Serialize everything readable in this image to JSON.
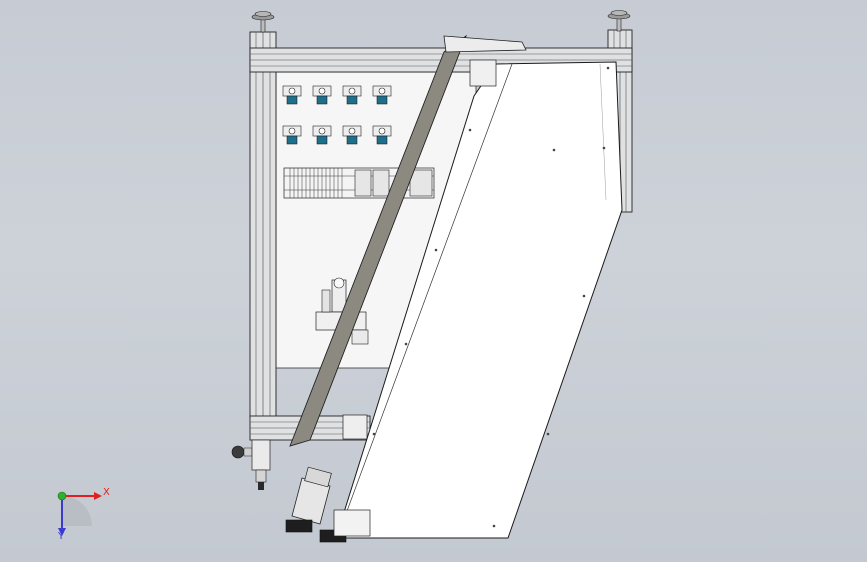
{
  "view": {
    "background_color": "#c9ced5",
    "frame_color": "#d9dcdf",
    "panel_color": "#ffffff",
    "belt_color": "#8c8a80",
    "edge_color": "#2a2a2a",
    "accent_color": "#1f6f8b"
  },
  "triad": {
    "x_label": "X",
    "y_label": "Y",
    "x_color": "#e02020",
    "y_color": "#3a3ad0",
    "origin_color": "#2fb02f"
  },
  "components": {
    "valve_rows": 2,
    "valves_per_row": 4
  }
}
